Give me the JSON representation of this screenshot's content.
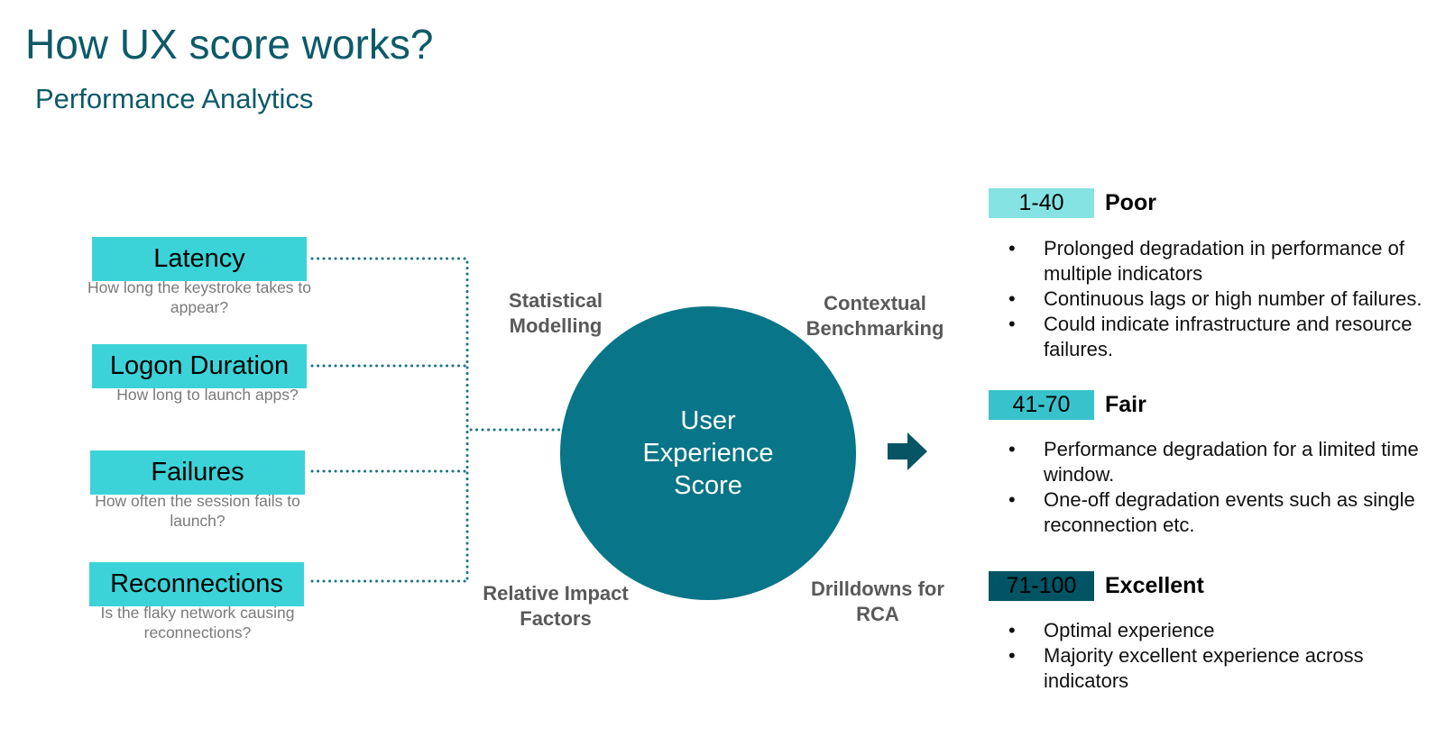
{
  "header": {
    "title": "How UX score works?",
    "subtitle": "Performance Analytics"
  },
  "metrics": [
    {
      "label": "Latency",
      "description": "How long the keystroke takes to appear?"
    },
    {
      "label": "Logon Duration",
      "description": "How long to launch apps?"
    },
    {
      "label": "Failures",
      "description": "How often the session fails to launch?"
    },
    {
      "label": "Reconnections",
      "description": "Is the flaky network causing reconnections?"
    }
  ],
  "center": {
    "label_lines": [
      "User",
      "Experience",
      "Score"
    ],
    "methods": {
      "top_left": [
        "Statistical",
        "Modelling"
      ],
      "top_right": [
        "Contextual",
        "Benchmarking"
      ],
      "bottom_left": [
        "Relative Impact",
        "Factors"
      ],
      "bottom_right": [
        "Drilldowns for",
        "RCA"
      ]
    }
  },
  "arrow_icon": "right-arrow",
  "ranges": [
    {
      "range": "1-40",
      "title": "Poor",
      "color": "#85e3e3",
      "bullets": [
        "Prolonged degradation in performance of multiple indicators",
        "Continuous lags or high number of failures.",
        "Could indicate infrastructure and resource failures."
      ]
    },
    {
      "range": "41-70",
      "title": "Fair",
      "color": "#38c3cc",
      "bullets": [
        "Performance degradation for a limited time window.",
        "One-off degradation events such as single reconnection etc."
      ]
    },
    {
      "range": "71-100",
      "title": "Excellent",
      "color": "#005463",
      "bullets": [
        "Optimal experience",
        "Majority excellent experience across indicators"
      ]
    }
  ],
  "colors": {
    "title": "#0d5a69",
    "metric_box": "#3bd3d8",
    "circle": "#087588",
    "connector": "#1c7386",
    "arrow": "#055565"
  },
  "bullet_glyph": "•"
}
